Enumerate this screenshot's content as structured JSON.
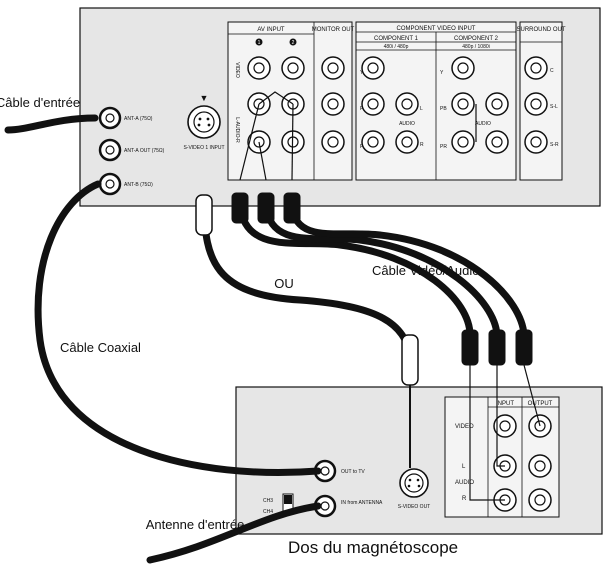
{
  "tv": {
    "av_input": "AV INPUT",
    "av_input_1": "1",
    "av_input_2": "2",
    "monitor_out": "MONITOR OUT",
    "component_input": "COMPONENT VIDEO INPUT",
    "component_1": "COMPONENT 1",
    "component_1_res": "480i / 480p",
    "component_2": "COMPONENT 2",
    "component_2_res": "480p / 1080i",
    "surround_out": "SURROUND OUT",
    "y_label": "Y",
    "pb_label": "PB",
    "pr_label": "PR",
    "audio_l": "L",
    "audio_r": "R",
    "audio_label": "AUDIO",
    "surround_c": "C",
    "surround_sl": "S-L",
    "surround_sr": "S-R",
    "side_video": "VIDEO",
    "side_audio": "L-AUDIO-R",
    "ant_a_in": "ANT-A (75Ω)",
    "ant_a_out": "ANT-A OUT (75Ω)",
    "ant_b": "ANT-B (75Ω)",
    "svideo_input": "S-VIDEO 1 INPUT"
  },
  "vcr": {
    "title": "Dos du magnétoscope",
    "input": "INPUT",
    "output": "OUTPUT",
    "video": "VIDEO",
    "l": "L",
    "audio": "AUDIO",
    "r": "R",
    "out_to_tv": "OUT to TV",
    "in_from_antenna": "IN from ANTENNA",
    "ch3": "CH3",
    "ch4": "CH4",
    "svideo_out": "S-VIDEO OUT"
  },
  "callouts": {
    "cable_entree": "Câble d'entrée",
    "cable_coaxial": "Câble Coaxial",
    "ou": "OU",
    "cable_video_audio": "Câble Vidéo/Audio",
    "antenne_entree": "Antenne d'entrée"
  }
}
